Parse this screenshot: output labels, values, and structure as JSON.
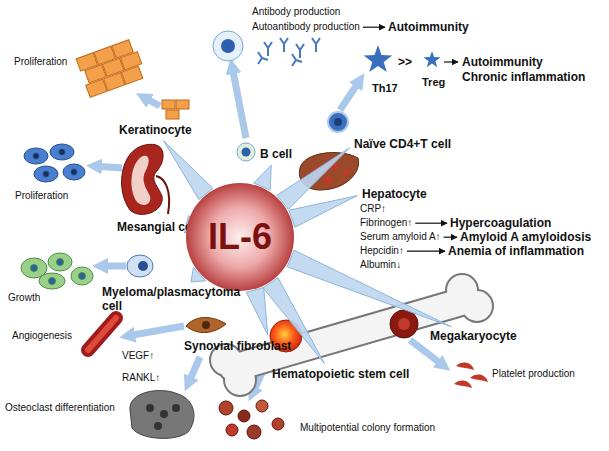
{
  "diagram": {
    "nodes": [
      {
        "text": [
          "Keratinocyte"
        ]
      },
      {
        "text": [
          "Naïve CD4+T cell"
        ]
      },
      {
        "text": [
          "B cell"
        ]
      },
      {
        "text": [
          "Hepatocyte"
        ]
      },
      {
        "text": [
          "Mesangial cell"
        ]
      },
      {
        "text": [
          "IL-6"
        ]
      },
      {
        "text": [
          "Myeloma/plasmacytoma cell"
        ]
      },
      {
        "text": [
          "Megakaryocyte"
        ]
      },
      {
        "text": [
          "Synovial fibroblast"
        ]
      },
      {
        "text": [
          "Hematopoietic stem cell"
        ]
      }
    ],
    "edges": [
      {
        "from": 5,
        "to": 0,
        "arrow": "to"
      },
      {
        "from": 5,
        "to": 1,
        "arrow": "to"
      },
      {
        "from": 5,
        "to": 2,
        "arrow": "to"
      },
      {
        "from": 5,
        "to": 3,
        "arrow": "to"
      },
      {
        "from": 5,
        "to": 4,
        "arrow": "to"
      },
      {
        "from": 5,
        "to": 6,
        "arrow": "to"
      },
      {
        "from": 5,
        "to": 7,
        "arrow": "to"
      },
      {
        "from": 5,
        "to": 8,
        "arrow": "to"
      },
      {
        "from": 5,
        "to": 9,
        "arrow": "to"
      }
    ],
    "labels": [
      "Antibody production",
      "Autoantibody production",
      "Autoimmunity",
      "Th17",
      ">>",
      "Treg",
      "Autoimmunity",
      "Chronic inflammation",
      "CRP↑",
      "Fibrinogen↑",
      "Serum amyloid A↑",
      "Hepcidin↑",
      "Albumin↓",
      "Hypercoagulation",
      "Amyloid A amyloidosis",
      "Anemia of inflammation",
      "Platelet production",
      "Multipotential colony formation",
      "VEGF↑",
      "Angiogenesis",
      "RANKL↑",
      "Osteoclast differentiation",
      "Growth",
      "Proliferation",
      "Proliferation"
    ]
  }
}
